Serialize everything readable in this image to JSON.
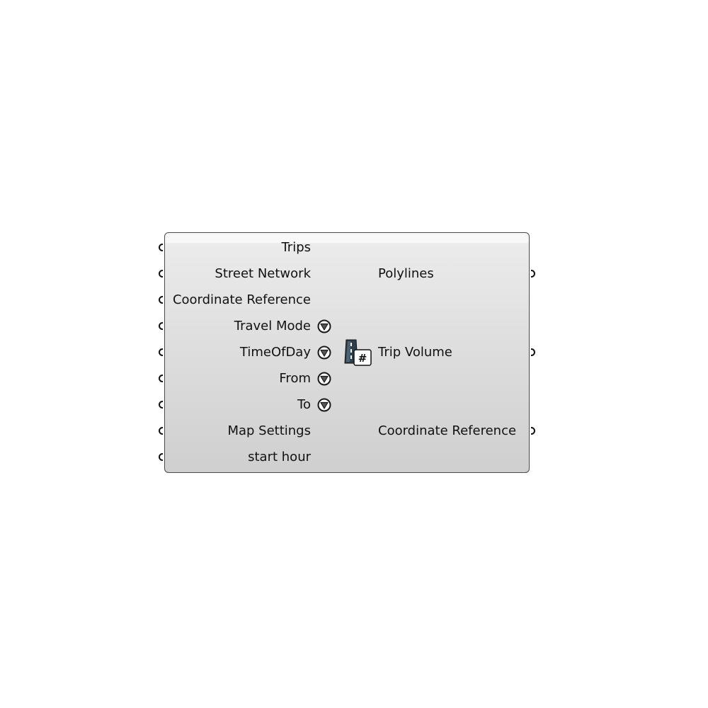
{
  "component": {
    "inputs": [
      {
        "label": "Trips",
        "has_option": false
      },
      {
        "label": "Street Network",
        "has_option": false
      },
      {
        "label": "Coordinate Reference",
        "has_option": false
      },
      {
        "label": "Travel Mode",
        "has_option": true
      },
      {
        "label": "TimeOfDay",
        "has_option": true
      },
      {
        "label": "From",
        "has_option": true
      },
      {
        "label": "To",
        "has_option": true
      },
      {
        "label": "Map Settings",
        "has_option": false
      },
      {
        "label": "start hour",
        "has_option": false
      }
    ],
    "outputs": [
      {
        "label": "Polylines"
      },
      {
        "label": "Trip Volume"
      },
      {
        "label": "Coordinate Reference"
      }
    ],
    "icon": "trip-volume-component-icon",
    "option_icon": "dropdown-triangle-icon"
  },
  "colors": {
    "component_fill": "#dcdcdc",
    "component_border": "#4a4a4a",
    "text": "#111111",
    "port": "#111111"
  }
}
